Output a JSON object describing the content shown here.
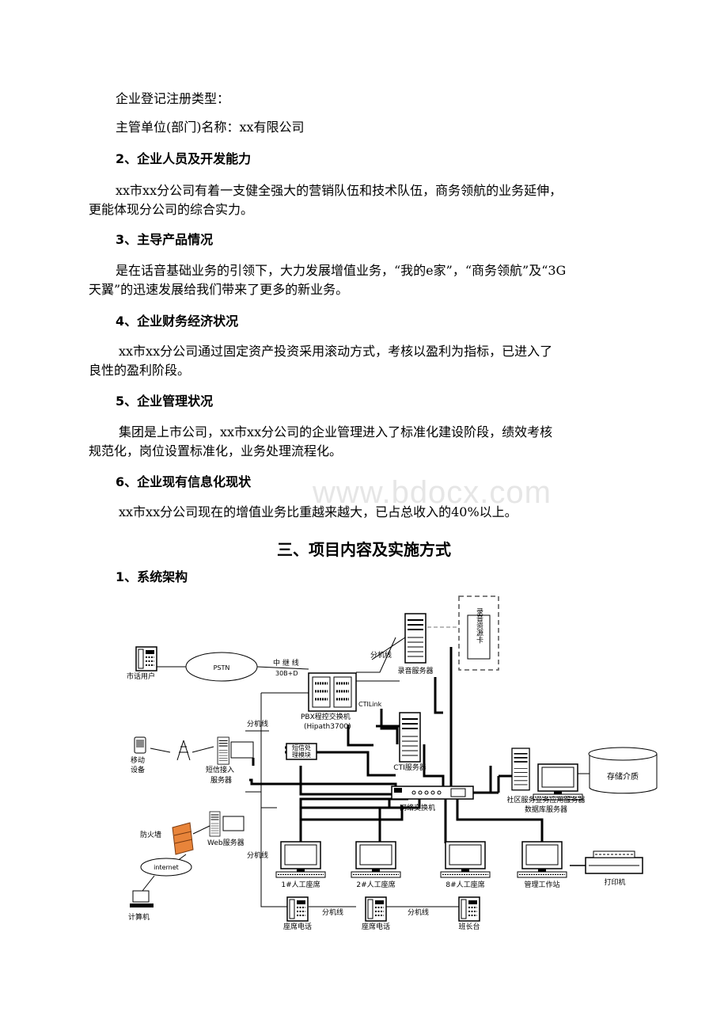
{
  "paragraphs": {
    "reg_type": "企业登记注册类型：",
    "supervisor": "主管单位(部门)名称：xx有限公司",
    "h2": "2、企业人员及开发能力",
    "p2_line1": "xx市xx分公司有着一支健全强大的营销队伍和技术队伍，商务领航的业务延伸，",
    "p2_line2": "更能体现分公司的综合实力。",
    "h3": "3、主导产品情况",
    "p3_line1": "是在话音基础业务的引领下，大力发展增值业务，“我的e家”，“商务领航”及“3G",
    "p3_line2": "天翼”的迅速发展给我们带来了更多的新业务。",
    "h4": "4、企业财务经济状况",
    "p4_line1": "xx市xx分公司通过固定资产投资采用滚动方式，考核以盈利为指标，已进入了",
    "p4_line2": "良性的盈利阶段。",
    "h5": "5、企业管理状况",
    "p5_line1": "集团是上市公司，xx市xx分公司的企业管理进入了标准化建设阶段，绩效考核",
    "p5_line2": "规范化，岗位设置标准化，业务处理流程化。",
    "h6": "6、企业现有信息化现状",
    "p6_line1": "xx市xx分公司现在的增值业务比重越来越大，已占总收入的40%以上。",
    "section_title": "三、项目内容及实施方式",
    "h_sys": "1、系统架构"
  },
  "watermark": "www.bdocx.com",
  "diagram": {
    "recording_card": "录音资源卡",
    "recording_server": "录音服务器",
    "ext_line": "分机线",
    "trunk_line": "中 继 线",
    "trunk_spec": "30B+D",
    "pstn": "PSTN",
    "city_user": "市话用户",
    "pbx_line1": "PBX程控交换机",
    "pbx_line2": "(Hipath3700)",
    "ctilink": "CTILink",
    "cti_server": "CTI服务器",
    "mobile_line1": "移动",
    "mobile_line2": "设备",
    "sms_server_line1": "短信接入",
    "sms_server_line2": "服务器",
    "sms_module_line1": "短信处",
    "sms_module_line2": "理模块",
    "storage": "存储介质",
    "app_server": "社区服务业务应用服务器",
    "db_server": "数据库服务器",
    "network_switch": "网络交换机",
    "firewall": "防火墙",
    "web_server": "Web服务器",
    "internet": "internet",
    "computer": "计算机",
    "seat1": "1#人工座席",
    "seat2": "2#人工座席",
    "seat8": "8#人工座席",
    "mgmt": "管理工作站",
    "printer": "打印机",
    "seat_phone": "座席电话",
    "monitor_desk": "班长台"
  }
}
